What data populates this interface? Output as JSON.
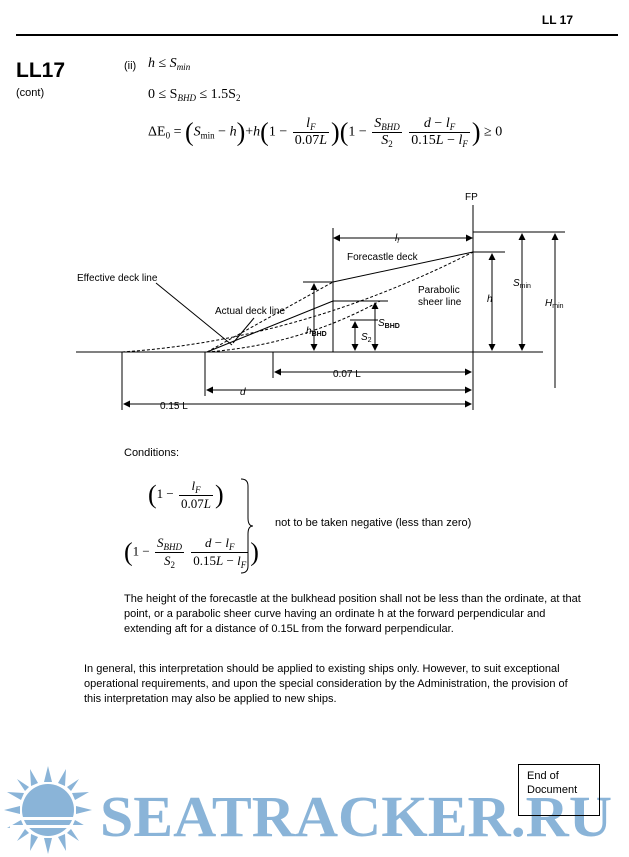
{
  "header": {
    "code": "LL 17"
  },
  "rule": {
    "code": "LL17",
    "cont": "(cont)"
  },
  "formula": {
    "item": "(ii)",
    "cond1_lhs": "h ≤ S",
    "cond1_sub": "min",
    "cond2_a": "0 ≤ S",
    "cond2_sub": "BHD",
    "cond2_b": "≤ 1.5S",
    "cond2_sub2": "2",
    "de_lhs": "ΔE",
    "de_sub": "0",
    "de_eq": "=",
    "ge": "≥ 0"
  },
  "diagram": {
    "fp": "FP",
    "lf": "l",
    "lf_sub": "f",
    "forecastle_deck": "Forecastle deck",
    "effective_deck_line": "Effective deck line",
    "actual_deck_line": "Actual deck line",
    "parabolic_sheer_line_1": "Parabolic",
    "parabolic_sheer_line_2": "sheer line",
    "smin": "S",
    "smin_sub": "min",
    "hmin": "H",
    "hmin_sub": "min",
    "h": "h",
    "hbhd": "h",
    "hbhd_sub": "BHD",
    "sbhd": "S",
    "sbhd_sub": "BHD",
    "s2": "S",
    "s2_sub": "2",
    "l007": "0.07 L",
    "d": "d",
    "l015": "0.15 L"
  },
  "conditions": {
    "title": "Conditions:",
    "note": "not to be taken negative (less than zero)"
  },
  "paragraphs": {
    "p1": "The height of the forecastle at the bulkhead position shall not be less than the ordinate, at that point, or a parabolic sheer curve having an ordinate h at the forward perpendicular and extending aft for a distance of 0.15L from the forward perpendicular.",
    "p2": "In general, this interpretation should be applied to existing ships only. However, to suit exceptional operational requirements, and upon the special consideration by the Administration, the provision of this interpretation may also be applied to new ships."
  },
  "end": {
    "line1": "End of",
    "line2": "Document"
  },
  "watermark": {
    "text": "SEATRACKER.RU",
    "color": "#8ab4d8"
  }
}
